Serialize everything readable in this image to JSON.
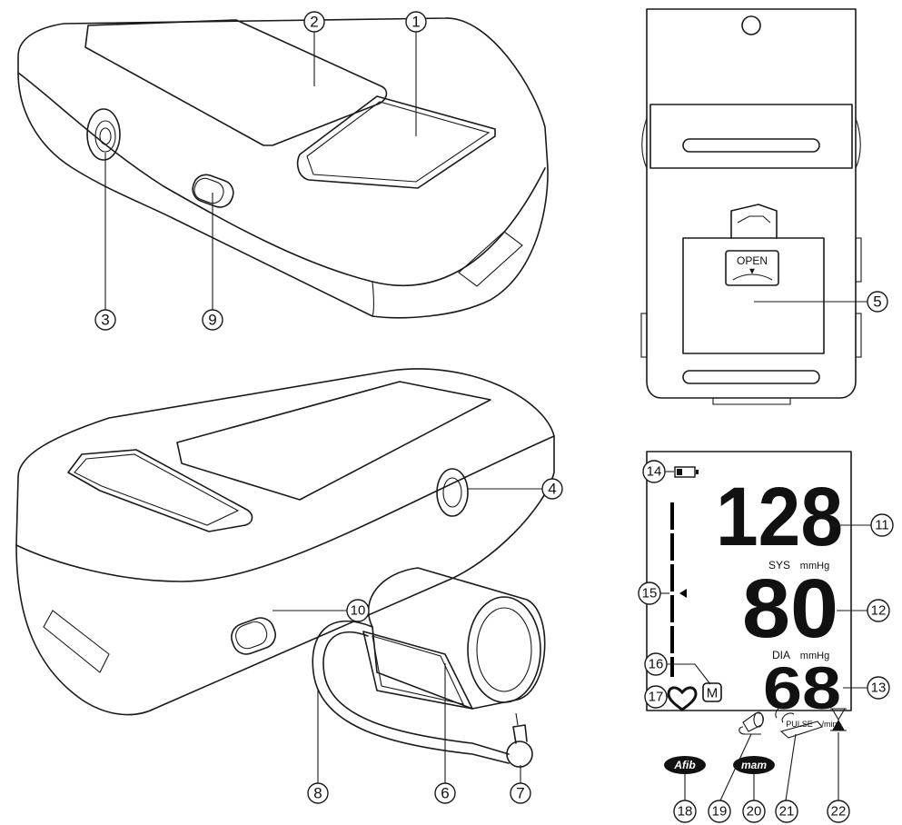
{
  "labels": [
    "1",
    "2",
    "3",
    "4",
    "5",
    "6",
    "7",
    "8",
    "9",
    "10",
    "11",
    "12",
    "13",
    "14",
    "15",
    "16",
    "17",
    "18",
    "19",
    "20",
    "21",
    "22"
  ],
  "battery_door": {
    "open_label": "OPEN",
    "arrow": "▼"
  },
  "display": {
    "systolic": "128",
    "diastolic": "80",
    "pulse": "68",
    "sys_label": "SYS",
    "dia_label": "DIA",
    "pulse_label": "PULSE",
    "unit_mmhg": "mmHg",
    "unit_min": "/min",
    "memory_symbol": "M",
    "afib_label": "Afib",
    "mam_label": "mam"
  },
  "icons": {
    "battery": "battery-low-icon",
    "heart": "heart-icon",
    "cuff": "cuff-check-icon",
    "movement": "movement-icon",
    "hourglass": "hourglass-icon"
  }
}
